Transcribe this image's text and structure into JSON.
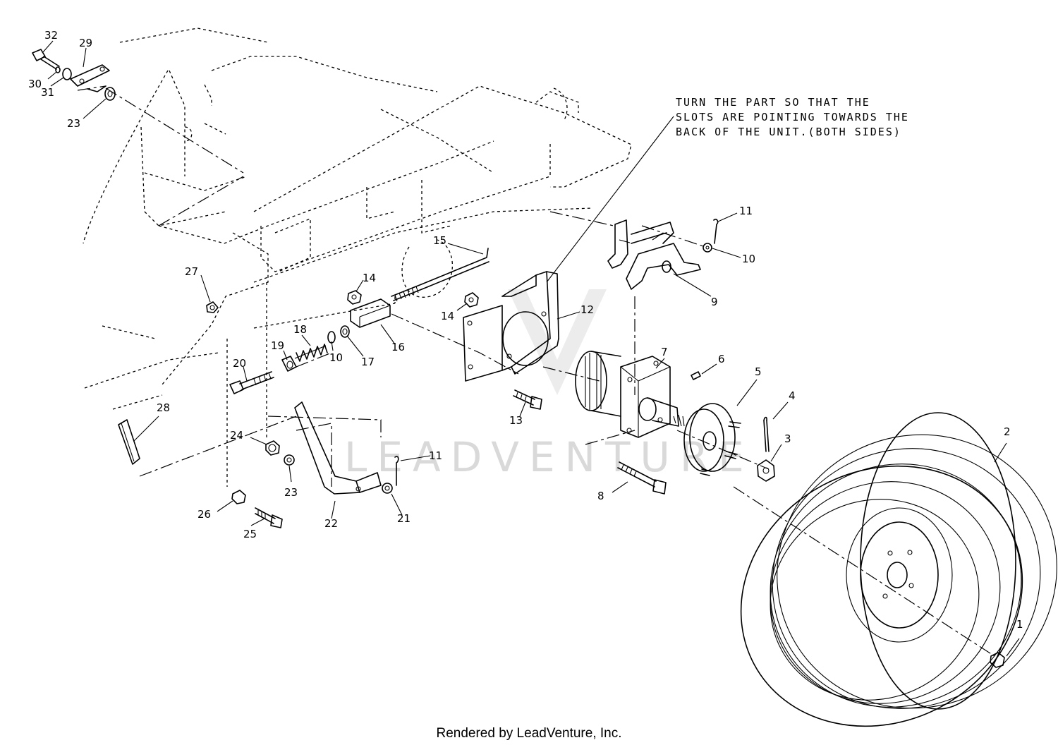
{
  "note": {
    "line1": "TURN THE PART SO THAT THE",
    "line2": "SLOTS ARE POINTING TOWARDS THE",
    "line3": "BACK OF THE UNIT.(BOTH SIDES)"
  },
  "watermark": "LEADVENTURE",
  "footer": "Rendered by LeadVenture, Inc.",
  "callouts": {
    "c1": "1",
    "c2": "2",
    "c3": "3",
    "c4": "4",
    "c5": "5",
    "c6": "6",
    "c7": "7",
    "c8": "8",
    "c9": "9",
    "c10a": "10",
    "c10b": "10",
    "c11a": "11",
    "c11b": "11",
    "c12": "12",
    "c13": "13",
    "c14a": "14",
    "c14b": "14",
    "c15": "15",
    "c16": "16",
    "c17": "17",
    "c18": "18",
    "c19": "19",
    "c20": "20",
    "c21": "21",
    "c22": "22",
    "c23a": "23",
    "c23b": "23",
    "c24": "24",
    "c25": "25",
    "c26": "26",
    "c27": "27",
    "c28": "28",
    "c29": "29",
    "c30": "30",
    "c31": "31",
    "c32": "32"
  }
}
